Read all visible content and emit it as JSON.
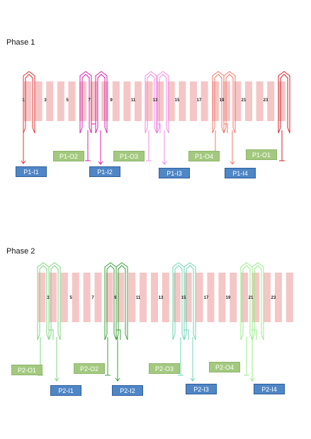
{
  "colors": {
    "slot": "#f5c6c6",
    "output_box": "#a3c97f",
    "input_box": "#4f86c6"
  },
  "phases": [
    {
      "title": "Phase 1",
      "slot_numbers": [
        "1",
        "3",
        "5",
        "7",
        "9",
        "11",
        "13",
        "15",
        "17",
        "19",
        "21",
        "23"
      ],
      "coils": [
        {
          "color": "#e53030"
        },
        {
          "color": "#d81fb0"
        },
        {
          "color": "#f08ae6"
        },
        {
          "color": "#f07a6a"
        },
        {
          "color": "#d81d2a"
        }
      ],
      "outputs": [
        "P1-O2",
        "P1-O3",
        "P1-O4",
        "P1-O1"
      ],
      "inputs": [
        "P1-I1",
        "P1-I2",
        "P1-I3",
        "P1-I4"
      ]
    },
    {
      "title": "Phase 2",
      "slot_numbers": [
        "3",
        "5",
        "7",
        "9",
        "11",
        "13",
        "15",
        "17",
        "19",
        "21",
        "23"
      ],
      "coils": [
        {
          "color": "#7fd67f"
        },
        {
          "color": "#3aa03a"
        },
        {
          "color": "#6fd6b0"
        },
        {
          "color": "#9aeb8a"
        }
      ],
      "outputs": [
        "P2-O1",
        "P2-O2",
        "P2-O3",
        "P2-O4"
      ],
      "inputs": [
        "P2-I1",
        "P2-I2",
        "P2-I3",
        "P2-I4"
      ]
    }
  ]
}
